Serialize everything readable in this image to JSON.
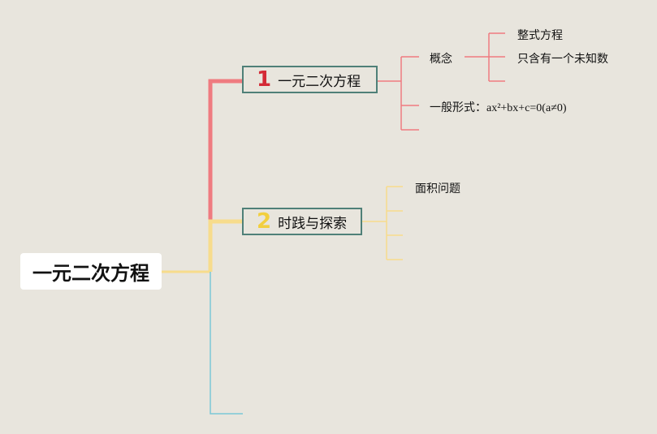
{
  "root": {
    "label": "一元二次方程"
  },
  "topics": [
    {
      "number": "1",
      "label": "一元二次方程",
      "color": "#ef7b80",
      "number_color": "#d42a36",
      "concept_label": "概念",
      "concept_items": [
        "整式方程",
        "只含有一个未知数"
      ],
      "general_form_label": "一般形式：",
      "general_form_formula": "ax²+bx+c=0(a≠0)"
    },
    {
      "number": "2",
      "label": "时践与探索",
      "color": "#f7dc8c",
      "number_color": "#f2cf3e",
      "items": [
        "面积问题"
      ]
    }
  ],
  "third_branch_color": "#7ac8d6",
  "node_border_color": "#4f8078"
}
